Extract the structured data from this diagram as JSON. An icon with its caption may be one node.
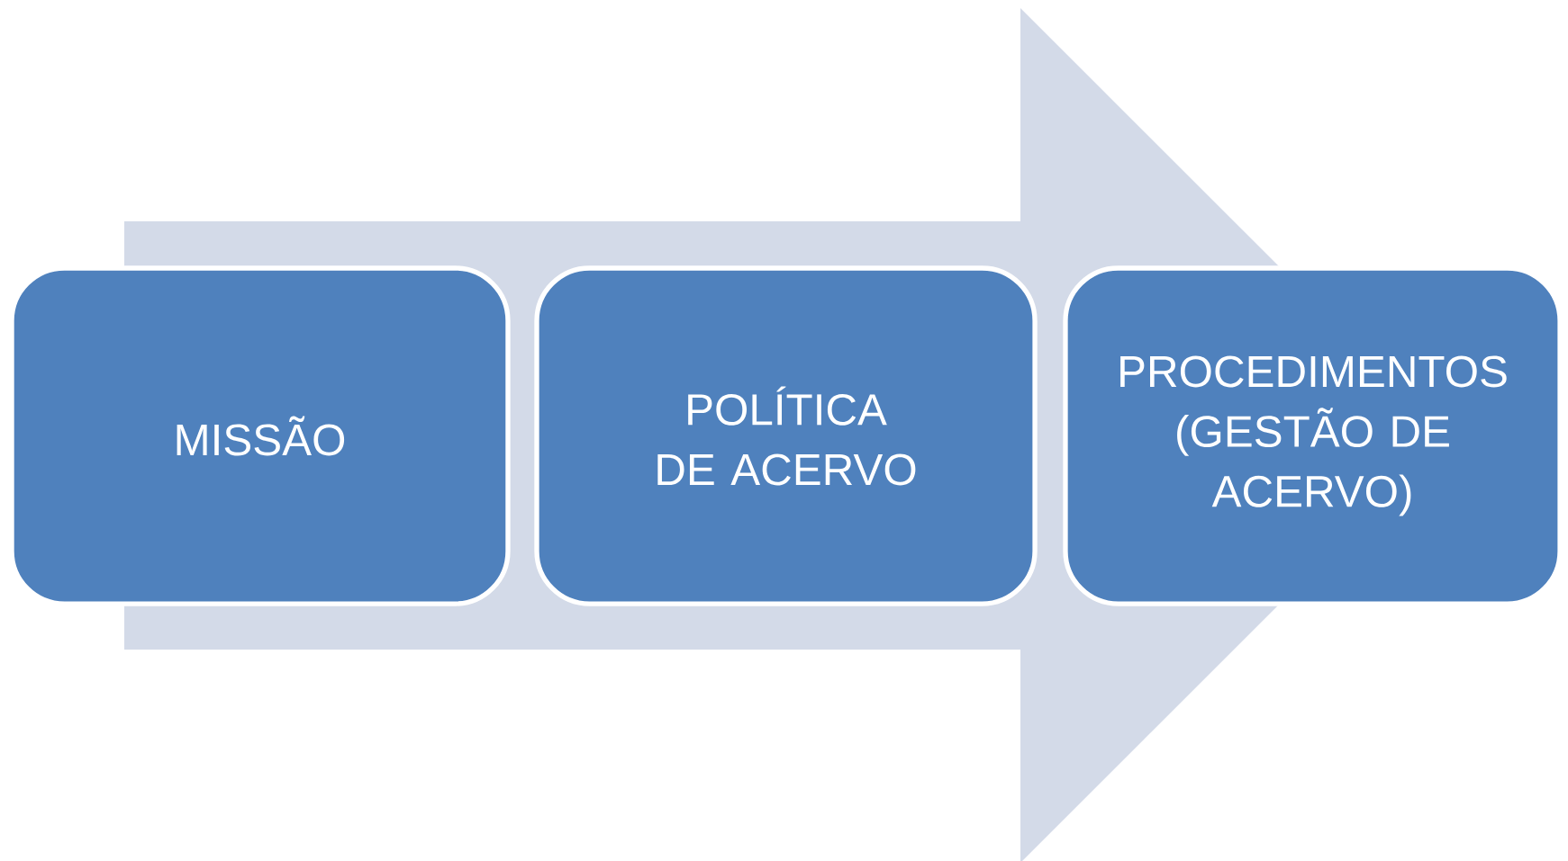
{
  "diagram": {
    "nodes": [
      {
        "text": [
          "MISSÃO"
        ]
      },
      {
        "text": [
          "POLÍTICA DE ACERVO"
        ]
      },
      {
        "text": [
          "PROCEDIMENTOS (GESTÃO DE ACERVO)"
        ]
      }
    ],
    "edges": [
      {
        "from": 0,
        "to": 2,
        "arrow": "to"
      }
    ]
  }
}
